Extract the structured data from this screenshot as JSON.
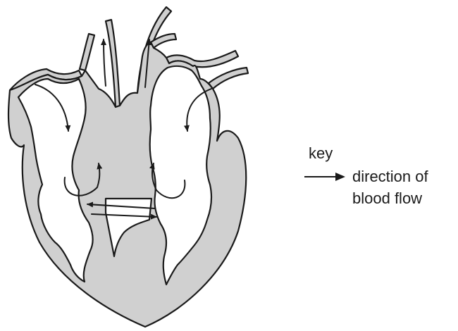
{
  "legend": {
    "title": "key",
    "label_line1": "direction of",
    "label_line2": "blood flow"
  },
  "colors": {
    "wall": "#d0d0d0",
    "outline": "#1a1a1a",
    "cavity": "#ffffff"
  }
}
